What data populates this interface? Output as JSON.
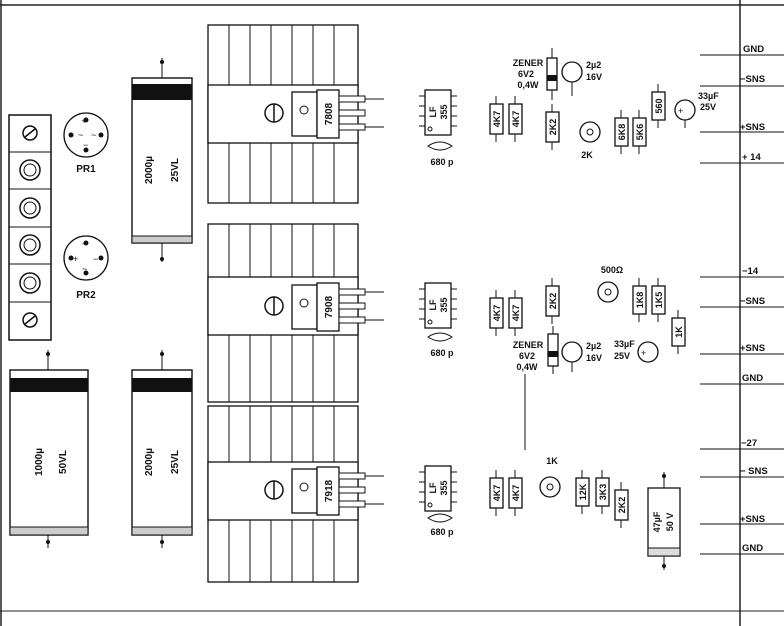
{
  "inputs": {
    "pr1": "PR1",
    "pr2": "PR2"
  },
  "caps_big": {
    "c1_value": "2000µ",
    "c1_volt": "25VL",
    "c2_value": "1000µ",
    "c2_volt": "50VL",
    "c3_value": "2000µ",
    "c3_volt": "25VL"
  },
  "regulators": {
    "r1": "7808",
    "r2": "7908",
    "r3": "7918"
  },
  "opamps": {
    "line1": "LF",
    "line2": "355",
    "cap": "680 p"
  },
  "stage1": {
    "zener": "ZENER",
    "zener_v": "6V2",
    "zener_w": "0,4W",
    "cap_val": "2µ2",
    "cap_v": "16V",
    "r1": "4K7",
    "r2": "4K7",
    "r3": "2K2",
    "pot": "2K",
    "r4": "6K8",
    "r5": "5K6",
    "r6": "560",
    "ecap_val": "33µF",
    "ecap_v": "25V"
  },
  "stage2": {
    "pot": "500Ω",
    "r1": "4K7",
    "r2": "4K7",
    "r3": "2K2",
    "r4": "1K8",
    "r5": "1K5",
    "r6": "1K",
    "zener": "ZENER",
    "zener_v": "6V2",
    "zener_w": "0,4W",
    "cap_val": "2µ2",
    "cap_v": "16V",
    "ecap_val": "33µF",
    "ecap_v": "25V"
  },
  "stage3": {
    "pot": "1K",
    "r1": "4K7",
    "r2": "4K7",
    "r3": "12K",
    "r4": "3K3",
    "r5": "2K2",
    "ecap_val": "47µF",
    "ecap_v": "50 V"
  },
  "outputs": [
    "GND",
    "−SNS",
    "+SNS",
    "+ 14",
    "−14",
    "−SNS",
    "+SNS",
    "GND",
    "−27",
    "− SNS",
    "+SNS",
    "GND"
  ]
}
